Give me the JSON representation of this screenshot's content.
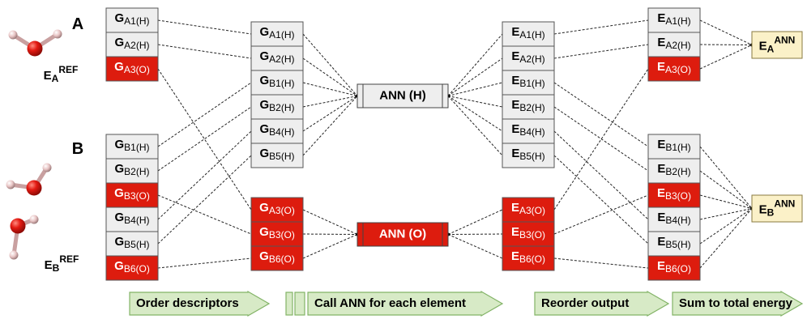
{
  "systems": {
    "A": {
      "label": "A",
      "ref": {
        "main": "E",
        "sub": "A",
        "sup": "REF"
      },
      "ann": {
        "main": "E",
        "sub": "A",
        "sup": "ANN"
      },
      "descriptors": [
        {
          "main": "G",
          "sub": "A1(H)",
          "element": "H"
        },
        {
          "main": "G",
          "sub": "A2(H)",
          "element": "H"
        },
        {
          "main": "G",
          "sub": "A3(O)",
          "element": "O"
        }
      ],
      "outputs": [
        {
          "main": "E",
          "sub": "A1(H)",
          "element": "H"
        },
        {
          "main": "E",
          "sub": "A2(H)",
          "element": "H"
        },
        {
          "main": "E",
          "sub": "A3(O)",
          "element": "O"
        }
      ]
    },
    "B": {
      "label": "B",
      "ref": {
        "main": "E",
        "sub": "B",
        "sup": "REF"
      },
      "ann": {
        "main": "E",
        "sub": "B",
        "sup": "ANN"
      },
      "descriptors": [
        {
          "main": "G",
          "sub": "B1(H)",
          "element": "H"
        },
        {
          "main": "G",
          "sub": "B2(H)",
          "element": "H"
        },
        {
          "main": "G",
          "sub": "B3(O)",
          "element": "O"
        },
        {
          "main": "G",
          "sub": "B4(H)",
          "element": "H"
        },
        {
          "main": "G",
          "sub": "B5(H)",
          "element": "H"
        },
        {
          "main": "G",
          "sub": "B6(O)",
          "element": "O"
        }
      ],
      "outputs": [
        {
          "main": "E",
          "sub": "B1(H)",
          "element": "H"
        },
        {
          "main": "E",
          "sub": "B2(H)",
          "element": "H"
        },
        {
          "main": "E",
          "sub": "B3(O)",
          "element": "O"
        },
        {
          "main": "E",
          "sub": "B4(H)",
          "element": "H"
        },
        {
          "main": "E",
          "sub": "B5(H)",
          "element": "H"
        },
        {
          "main": "E",
          "sub": "B6(O)",
          "element": "O"
        }
      ]
    }
  },
  "ordered_descriptors": {
    "H": [
      {
        "main": "G",
        "sub": "A1(H)"
      },
      {
        "main": "G",
        "sub": "A2(H)"
      },
      {
        "main": "G",
        "sub": "B1(H)"
      },
      {
        "main": "G",
        "sub": "B2(H)"
      },
      {
        "main": "G",
        "sub": "B4(H)"
      },
      {
        "main": "G",
        "sub": "B5(H)"
      }
    ],
    "O": [
      {
        "main": "G",
        "sub": "A3(O)"
      },
      {
        "main": "G",
        "sub": "B3(O)"
      },
      {
        "main": "G",
        "sub": "B6(O)"
      }
    ]
  },
  "ann_outputs": {
    "H": [
      {
        "main": "E",
        "sub": "A1(H)"
      },
      {
        "main": "E",
        "sub": "A2(H)"
      },
      {
        "main": "E",
        "sub": "B1(H)"
      },
      {
        "main": "E",
        "sub": "B2(H)"
      },
      {
        "main": "E",
        "sub": "B4(H)"
      },
      {
        "main": "E",
        "sub": "B5(H)"
      }
    ],
    "O": [
      {
        "main": "E",
        "sub": "A3(O)"
      },
      {
        "main": "E",
        "sub": "B3(O)"
      },
      {
        "main": "E",
        "sub": "B6(O)"
      }
    ]
  },
  "networks": {
    "H": "ANN (H)",
    "O": "ANN (O)"
  },
  "steps": [
    "Order descriptors",
    "Call ANN for each element",
    "Reorder output",
    "Sum to total energy"
  ],
  "colors": {
    "hydrogen_box": "#eeeeee",
    "oxygen_box": "#dd1c0e",
    "ann_total_box": "#fbf1c8",
    "arrow_fill": "#d7eac6",
    "arrow_stroke": "#82b366",
    "oxygen_atom": "#e31a12",
    "hydrogen_atom": "#e8c4c4"
  },
  "icons": [
    "water-molecule-icon"
  ]
}
